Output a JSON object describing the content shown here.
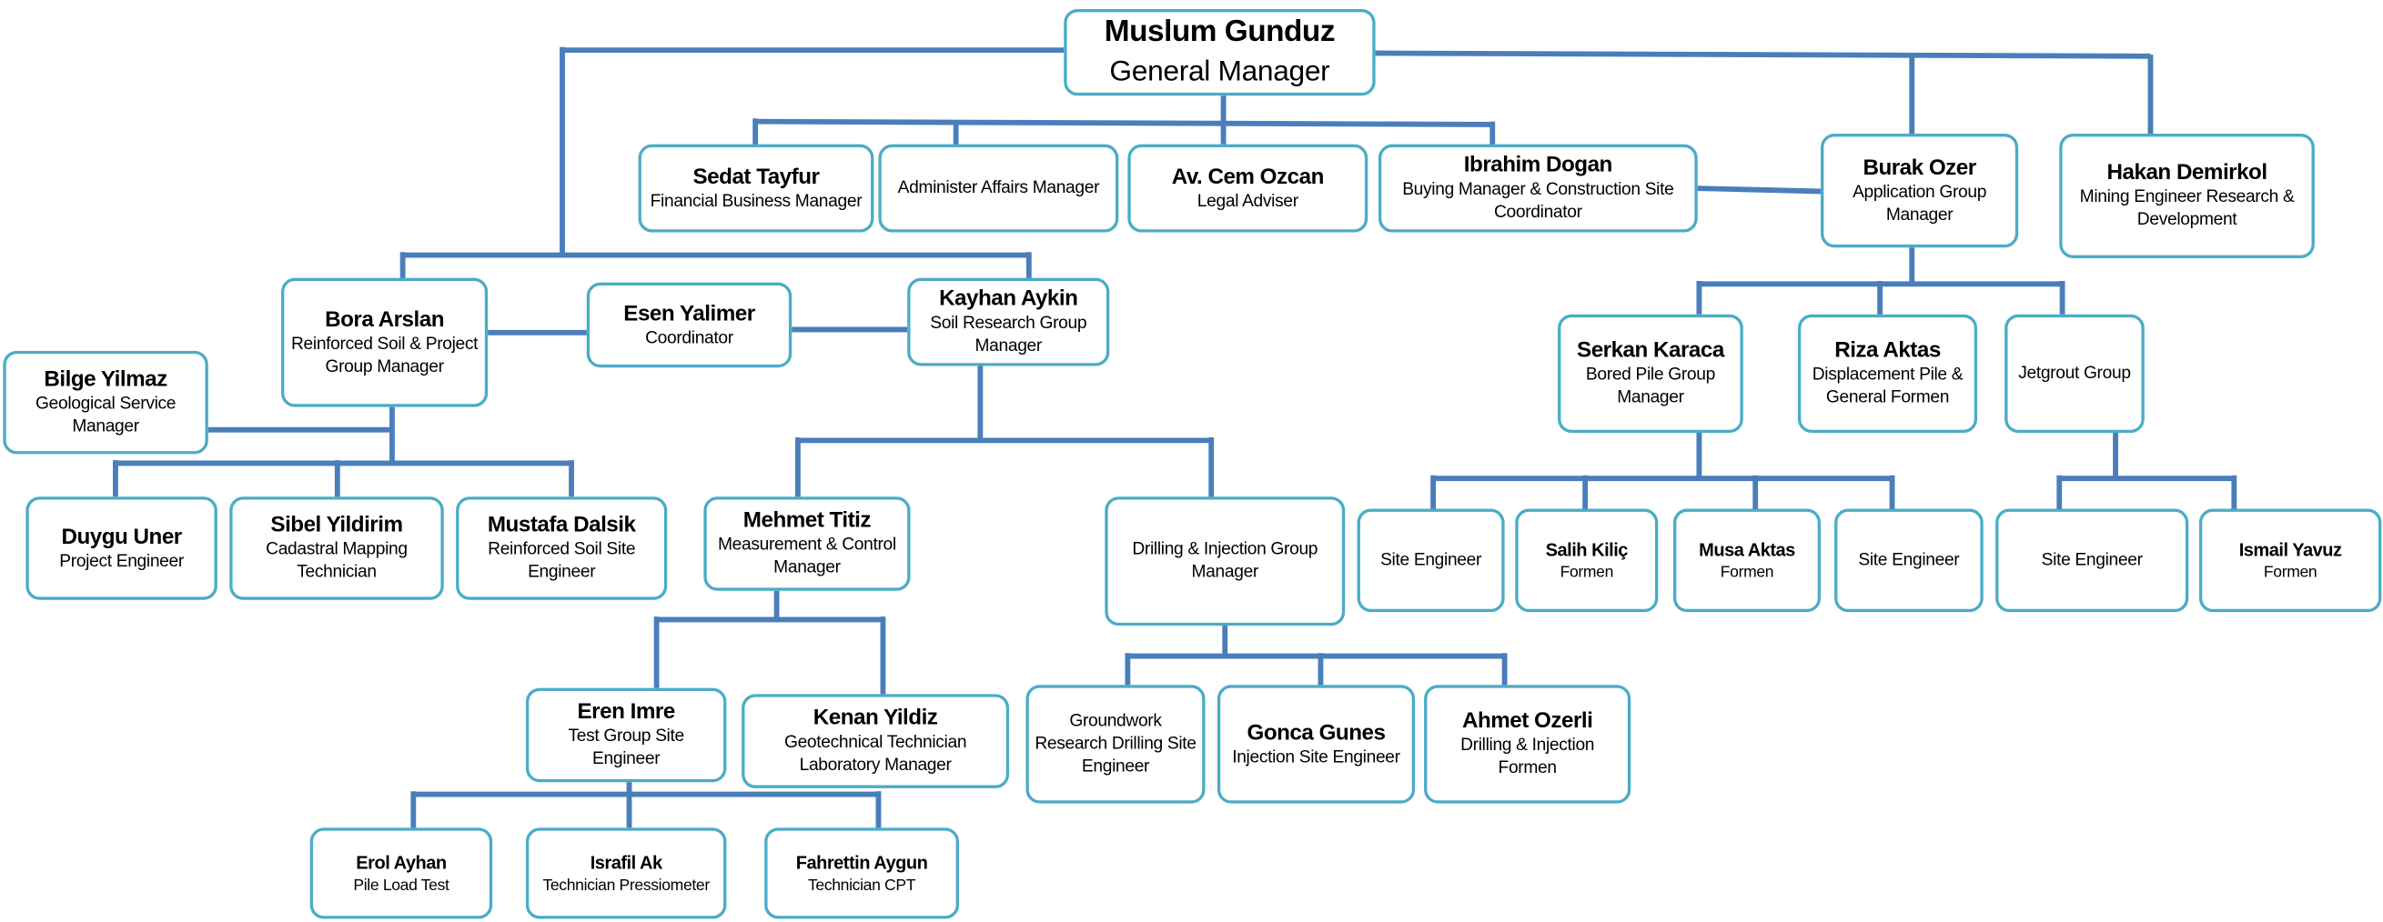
{
  "colors": {
    "connector": "#4a7ebb",
    "box_border": "#4bacc6"
  },
  "nodes": [
    {
      "id": "gm",
      "name": "Muslum Gunduz",
      "title": "General Manager"
    },
    {
      "id": "sedat",
      "name": "Sedat Tayfur",
      "title": "Financial Business Manager"
    },
    {
      "id": "admin",
      "name": "",
      "title": "Administer Affairs Manager"
    },
    {
      "id": "cem",
      "name": "Av. Cem Ozcan",
      "title": "Legal Adviser"
    },
    {
      "id": "ibrahim",
      "name": "Ibrahim Dogan",
      "title": "Buying Manager & Construction Site Coordinator"
    },
    {
      "id": "burak",
      "name": "Burak Ozer",
      "title": "Application Group Manager"
    },
    {
      "id": "hakan",
      "name": "Hakan Demirkol",
      "title": "Mining  Engineer Research & Development"
    },
    {
      "id": "bora",
      "name": "Bora Arslan",
      "title": "Reinforced Soil & Project Group Manager"
    },
    {
      "id": "esen",
      "name": "Esen Yalimer",
      "title": "Coordinator"
    },
    {
      "id": "kayhan",
      "name": "Kayhan Aykin",
      "title": "Soil Research Group Manager"
    },
    {
      "id": "bilge",
      "name": "Bilge Yilmaz",
      "title": "Geological Service Manager"
    },
    {
      "id": "duygu",
      "name": "Duygu Uner",
      "title": "Project Engineer"
    },
    {
      "id": "sibel",
      "name": "Sibel Yildirim",
      "title": "Cadastral Mapping Technician"
    },
    {
      "id": "mustafa",
      "name": "Mustafa Dalsik",
      "title": "Reinforced Soil Site Engineer"
    },
    {
      "id": "mehmet",
      "name": "Mehmet Titiz",
      "title": "Measurement & Control Manager"
    },
    {
      "id": "drilling",
      "name": "",
      "title": "Drilling & Injection Group Manager"
    },
    {
      "id": "serkan",
      "name": "Serkan Karaca",
      "title": "Bored Pile Group Manager"
    },
    {
      "id": "riza",
      "name": "Riza Aktas",
      "title": "Displacement Pile & General Formen"
    },
    {
      "id": "jet",
      "name": "",
      "title": "Jetgrout Group"
    },
    {
      "id": "se1",
      "name": "",
      "title": "Site Engineer"
    },
    {
      "id": "salih",
      "name": "Salih Kiliç",
      "title": "Formen"
    },
    {
      "id": "musa",
      "name": "Musa Aktas",
      "title": "Formen"
    },
    {
      "id": "se2",
      "name": "",
      "title": "Site Engineer"
    },
    {
      "id": "se3",
      "name": "",
      "title": "Site Engineer"
    },
    {
      "id": "ismail",
      "name": "Ismail Yavuz",
      "title": "Formen"
    },
    {
      "id": "eren",
      "name": "Eren Imre",
      "title": "Test Group Site Engineer"
    },
    {
      "id": "kenan",
      "name": "Kenan Yildiz",
      "title": "Geotechnical Technician Laboratory Manager"
    },
    {
      "id": "groundwork",
      "name": "",
      "title": "Groundwork Research Drilling Site Engineer"
    },
    {
      "id": "gonca",
      "name": "Gonca Gunes",
      "title": "Injection Site Engineer"
    },
    {
      "id": "ahmet",
      "name": "Ahmet Ozerli",
      "title": "Drilling & Injection Formen"
    },
    {
      "id": "erol",
      "name": "Erol Ayhan",
      "title": "Pile Load Test"
    },
    {
      "id": "israfil",
      "name": "Israfil Ak",
      "title": "Technician Pressiometer"
    },
    {
      "id": "fahrettin",
      "name": "Fahrettin Aygun",
      "title": "Technician CPT"
    }
  ]
}
